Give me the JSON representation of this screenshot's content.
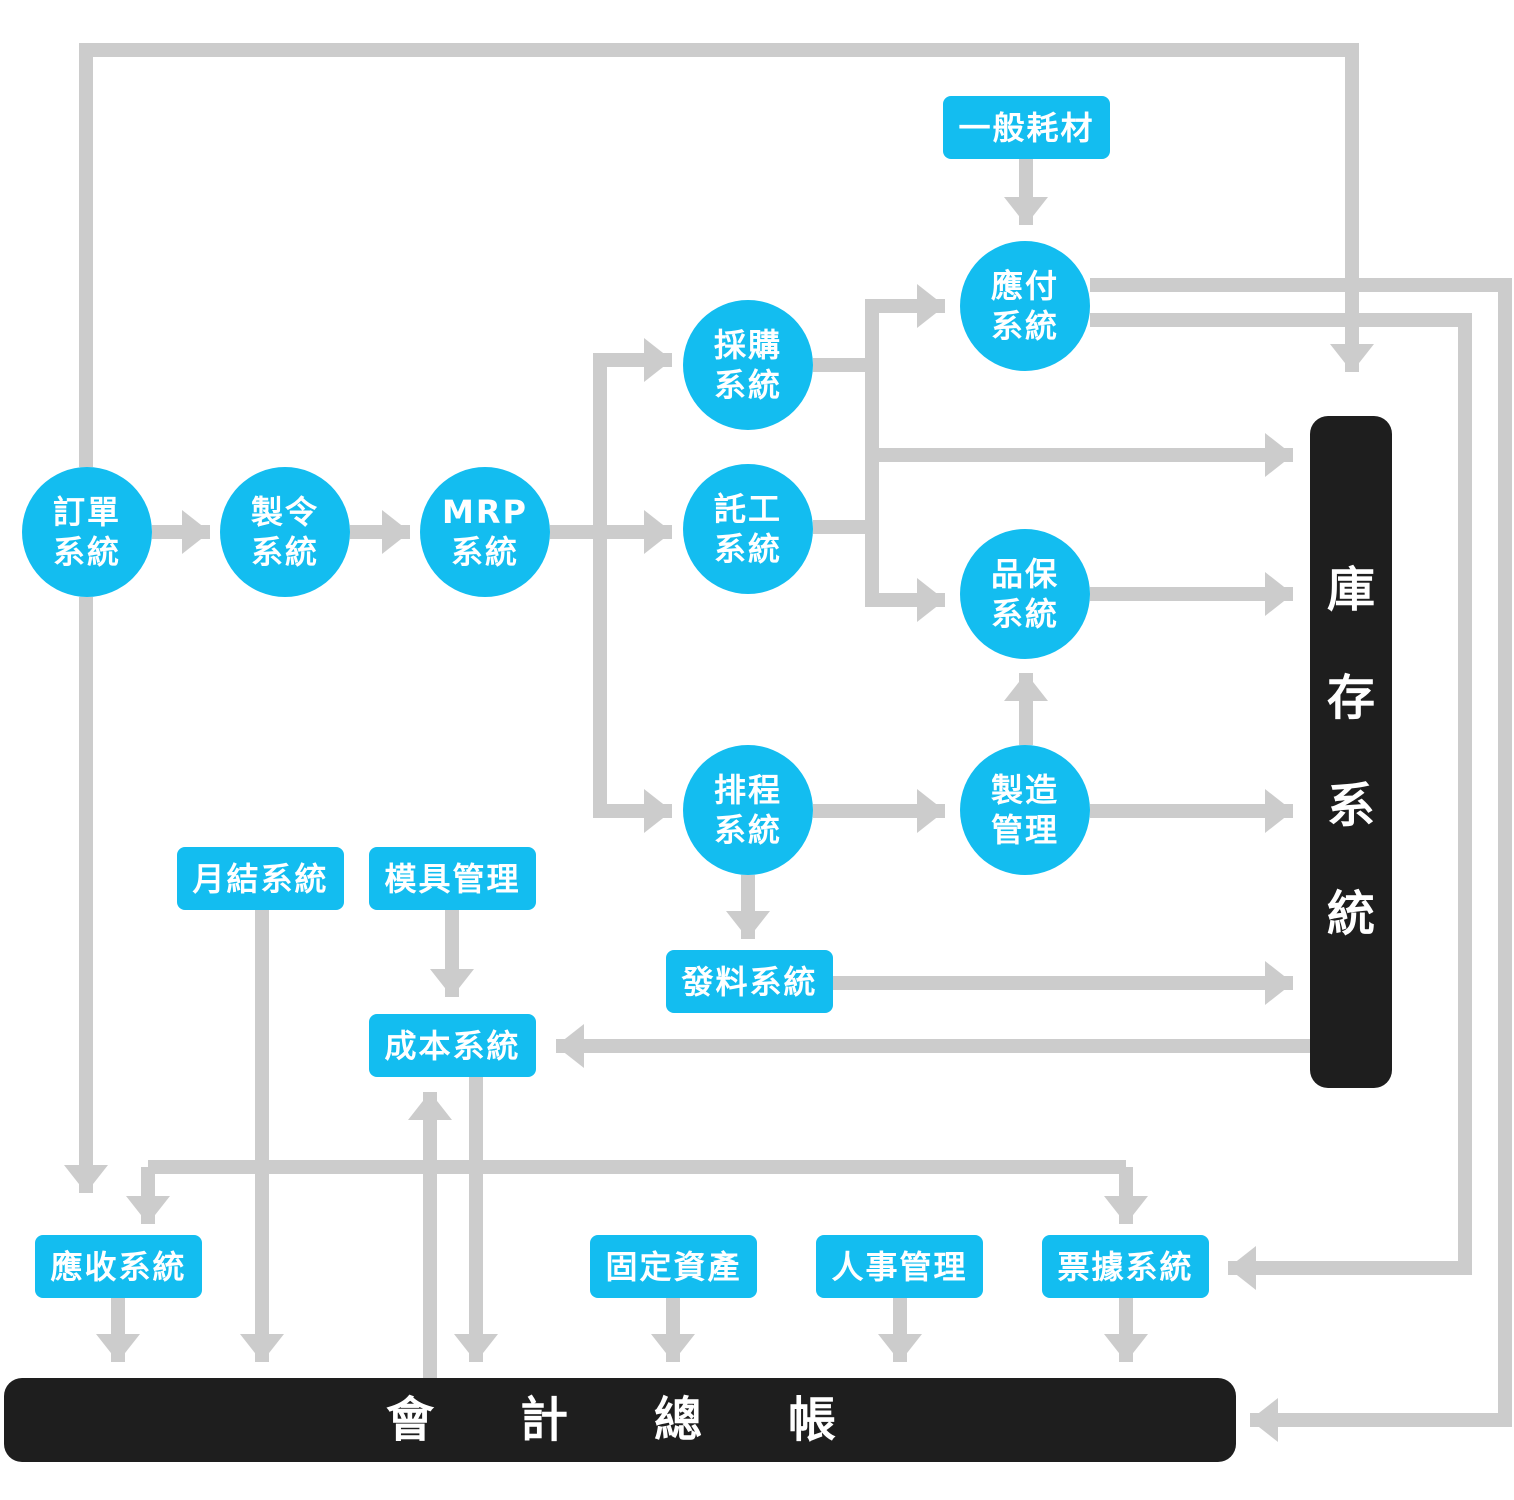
{
  "nodes": {
    "order": [
      "訂單",
      "系統"
    ],
    "work_order": [
      "製令",
      "系統"
    ],
    "mrp": [
      "MRP",
      "系統"
    ],
    "purchasing": [
      "採購",
      "系統"
    ],
    "outsourcing": [
      "託工",
      "系統"
    ],
    "scheduling": [
      "排程",
      "系統"
    ],
    "payables": [
      "應付",
      "系統"
    ],
    "quality": [
      "品保",
      "系統"
    ],
    "manufacturing": [
      "製造",
      "管理"
    ],
    "consumables": "一般耗材",
    "material_issue": "發料系統",
    "monthly_close": "月結系統",
    "mold_mgmt": "模具管理",
    "cost_system": "成本系統",
    "receivables": "應收系統",
    "fixed_assets": "固定資產",
    "hr_mgmt": "人事管理",
    "voucher_system": "票據系統"
  },
  "inventory_system": [
    "庫",
    "存",
    "系",
    "統"
  ],
  "general_ledger": [
    "會",
    "計",
    "總",
    "帳"
  ],
  "colors": {
    "node_fill": "#13BDF0",
    "node_text": "#FFFFFF",
    "dark_block": "#1E1E1E",
    "connector": "#CCCCCC",
    "background": "#FFFFFF"
  }
}
